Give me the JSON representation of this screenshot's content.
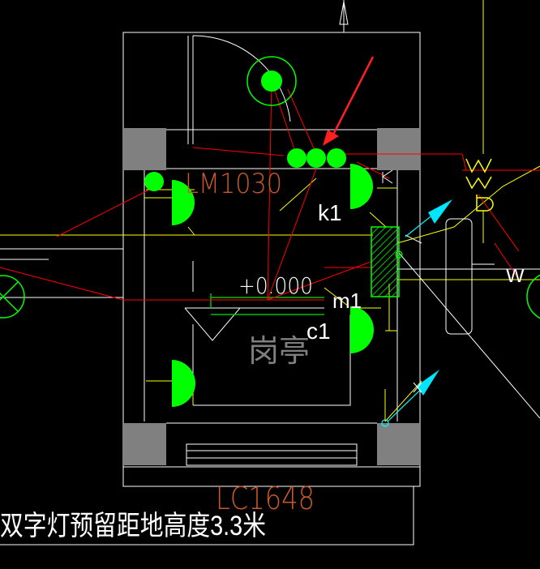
{
  "labels": {
    "door_code": "LM1030",
    "window_code": "LC1648",
    "switch_k1": "k1",
    "elevation": "+0.000",
    "room_name": "岗亭",
    "circuit_c1": "c1",
    "circuit_m1": "m1",
    "wire_w": "W",
    "note_bottom": "双字灯预留距地高度3.3米"
  },
  "colors": {
    "background": "#000000",
    "wall_gray": "#808080",
    "outline_white": "#ffffff",
    "fixture_green": "#00ff00",
    "wire_red": "#ff0000",
    "leader_yellow": "#ffff00",
    "tag_orange": "#c85a28",
    "arrow_red": "#ff2020",
    "arrow_cyan": "#00e5ff",
    "window_bar": "#00b000"
  },
  "icons": {
    "ceiling_lamp": "circle-lamp-icon",
    "wall_lamp": "half-circle-lamp-icon",
    "switch_box": "hatched-switch-panel-icon",
    "north_arrow": "north-arrow-icon"
  }
}
